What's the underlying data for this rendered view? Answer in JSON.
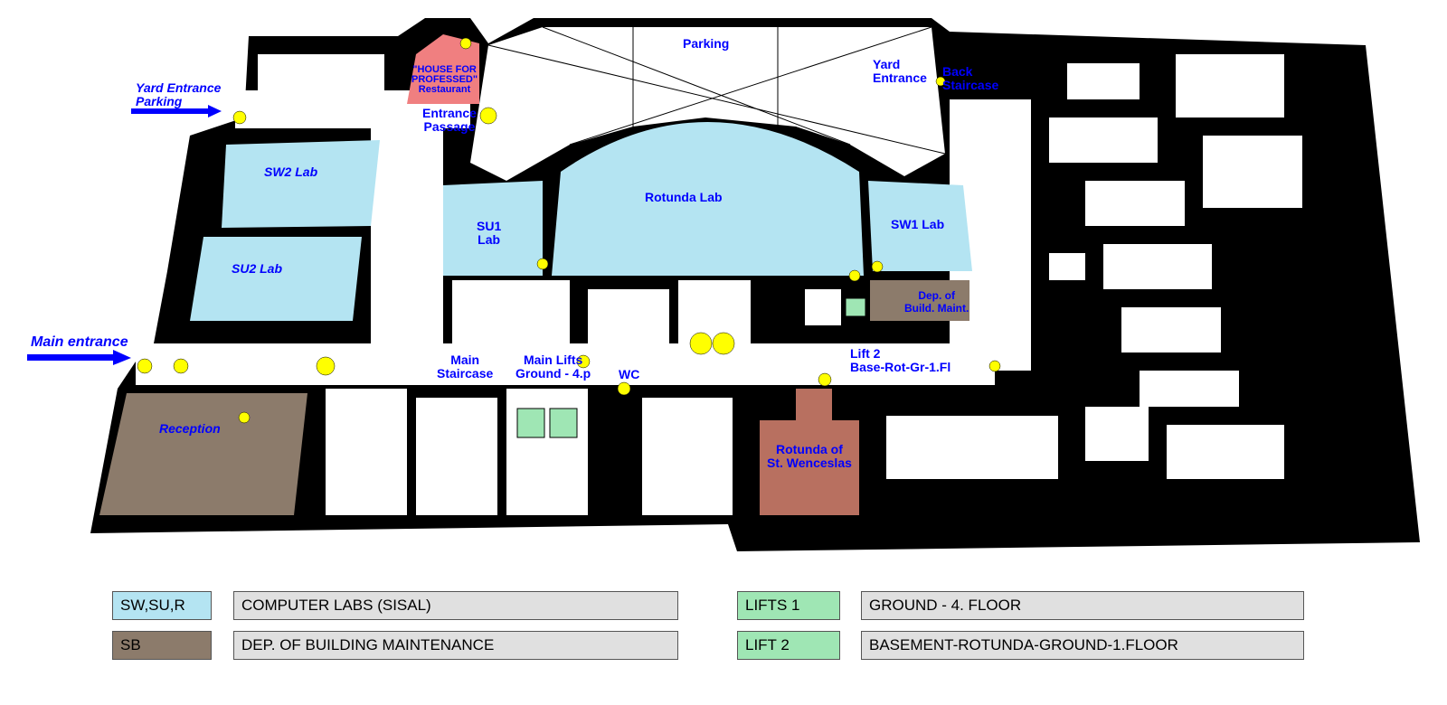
{
  "labels": {
    "yard_entrance_parking": "Yard Entrance\nParking",
    "yard_entrance_left_1": "Yard Entrance",
    "yard_entrance_left_2": "Parking",
    "restaurant_1": "\"HOUSE FOR",
    "restaurant_2": "PROFESSED\"",
    "restaurant_3": "Restaurant",
    "entrance_passage_1": "Entrance",
    "entrance_passage_2": "Passage",
    "parking": "Parking",
    "yard_entrance_1": "Yard",
    "yard_entrance_2": "Entrance",
    "back_staircase_1": "Back",
    "back_staircase_2": "Staircase",
    "sw2_lab": "SW2 Lab",
    "su2_lab": "SU2  Lab",
    "su1_lab_1": "SU1",
    "su1_lab_2": "Lab",
    "rotunda_lab": "Rotunda Lab",
    "sw1_lab": "SW1 Lab",
    "dep_maint_1": "Dep. of",
    "dep_maint_2": "Build. Maint.",
    "main_entrance": "Main entrance",
    "main_staircase_1": "Main",
    "main_staircase_2": "Staircase",
    "main_lifts_1": "Main Lifts",
    "main_lifts_2": "Ground - 4.p",
    "wc": "WC",
    "lift2_1": "Lift 2",
    "lift2_2": "Base-Rot-Gr-1.Fl",
    "reception": "Reception",
    "rotunda_st_1": "Rotunda of",
    "rotunda_st_2": "St. Wenceslas"
  },
  "legend": [
    {
      "code": "SW,SU,R",
      "desc": "COMPUTER LABS (SISAL)",
      "color": "#b4e4f2"
    },
    {
      "code": "SB",
      "desc": "DEP. OF BUILDING MAINTENANCE",
      "color": "#8c7b6b"
    },
    {
      "code": "LIFTS 1",
      "desc": "GROUND - 4. FLOOR",
      "color": "#9fe6b4"
    },
    {
      "code": "LIFT 2",
      "desc": "BASEMENT-ROTUNDA-GROUND-1.FLOOR",
      "color": "#9fe6b4"
    }
  ]
}
